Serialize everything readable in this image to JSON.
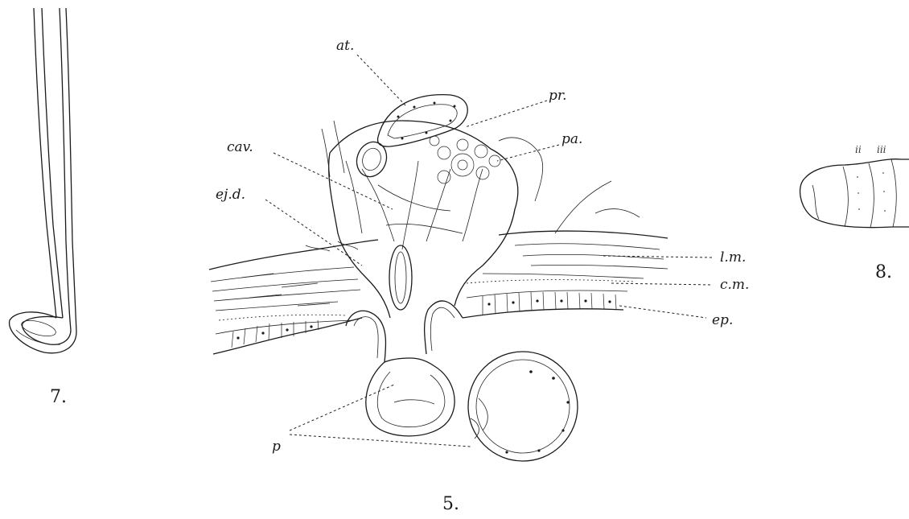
{
  "plate": {
    "background": "#ffffff",
    "ink_color": "#1a1a1a"
  },
  "figures": {
    "fig7": {
      "number": "7."
    },
    "fig5": {
      "number": "5.",
      "labels": {
        "at": "at.",
        "pr": "pr.",
        "pa": "pa.",
        "cav": "cav.",
        "ejd": "ej.d.",
        "lm": "l.m.",
        "cm": "c.m.",
        "ep": "ep.",
        "p": "p"
      }
    },
    "fig8": {
      "number": "8.",
      "segment_labels": [
        "ii",
        "iii"
      ]
    }
  }
}
